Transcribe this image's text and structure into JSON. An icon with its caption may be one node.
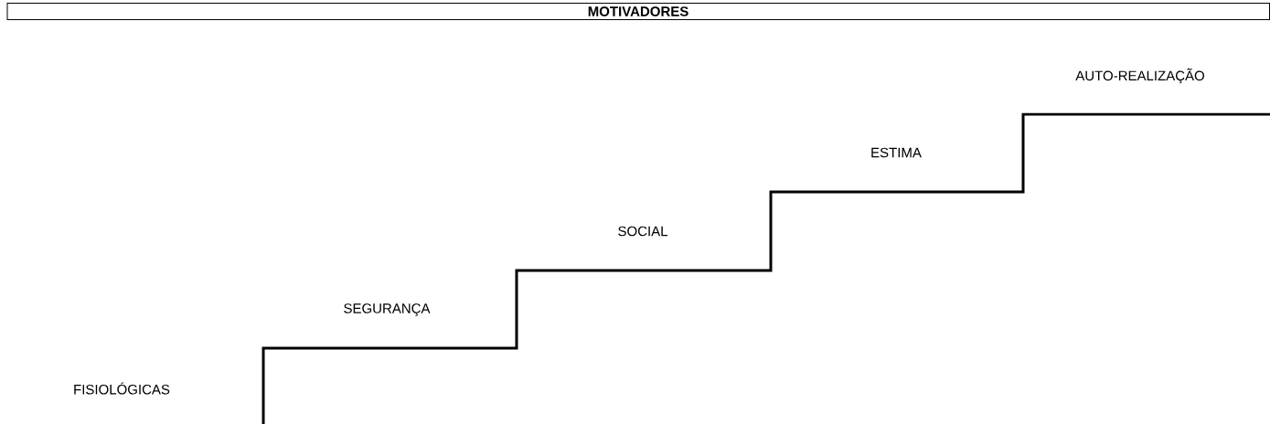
{
  "diagram": {
    "title": "MOTIVADORES",
    "labels": [
      "FISIOLÓGICAS",
      "SEGURANÇA",
      "SOCIAL",
      "ESTIMA",
      "AUTO-REALIZAÇÃO"
    ]
  }
}
